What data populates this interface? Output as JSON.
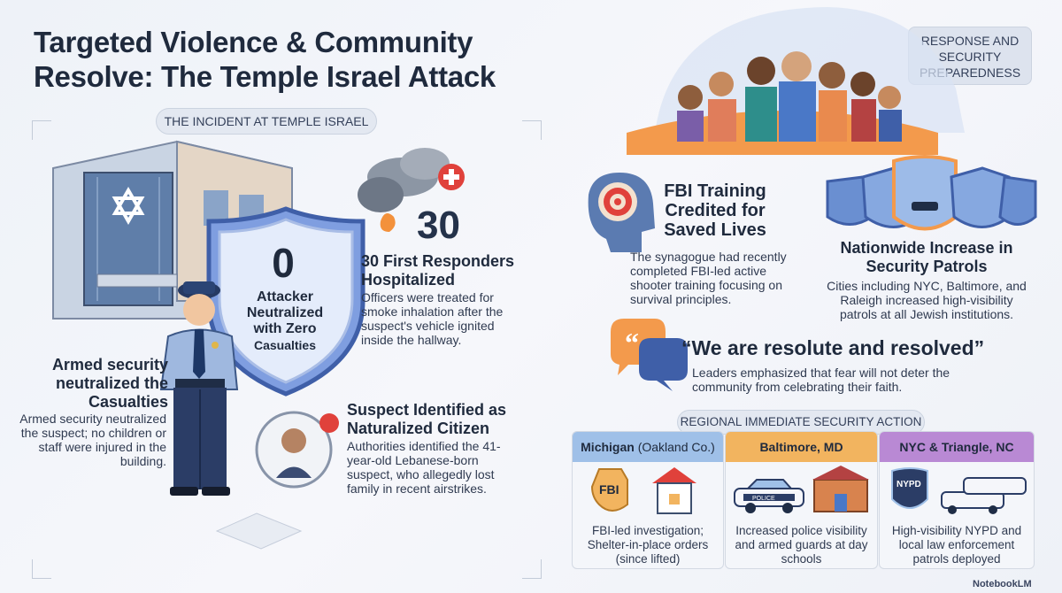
{
  "title": "Targeted Violence & Community Resolve: The Temple Israel Attack",
  "sections": {
    "incident_label": "THE INCIDENT AT TEMPLE ISRAEL",
    "response_label": "RESPONSE AND SECURITY PREPAREDNESS",
    "regional_label": "REGIONAL IMMEDIATE SECURITY ACTION"
  },
  "incident": {
    "shield_number": "0",
    "shield_text": "Attacker Neutralized with Zero",
    "shield_subtext": "Casualties",
    "responders_number": "30",
    "responders_title": "30 First Responders Hospitalized",
    "responders_desc": "Officers were treated for smoke inhalation after the suspect's vehicle ignited inside the hallway.",
    "armed_title": "Armed security neutralized the Casualties",
    "armed_desc": "Armed security neutralized the suspect; no children or staff were injured in the building.",
    "suspect_title": "Suspect Identified as Naturalized Citizen",
    "suspect_desc": "Authorities identified the 41-year-old Lebanese-born suspect, who allegedly lost family in recent airstrikes."
  },
  "response": {
    "fbi_title": "FBI Training Credited for Saved Lives",
    "fbi_desc": "The synagogue had recently completed FBI-led active shooter training focusing on survival principles.",
    "patrol_title": "Nationwide Increase in Security Patrols",
    "patrol_desc": "Cities including NYC, Baltimore, and Raleigh increased high-visibility patrols at all Jewish institutions.",
    "quote_title": "“We are resolute and resolved”",
    "quote_desc": "Leaders emphasized that fear will not deter the community from celebrating their faith."
  },
  "regions": [
    {
      "name_bold": "Michigan",
      "name_rest": " (Oakland Co.)",
      "desc": "FBI-led investigation; Shelter-in-place orders (since lifted)"
    },
    {
      "name_bold": "Baltimore, MD",
      "name_rest": "",
      "desc": "Increased police visibility and armed guards at day schools"
    },
    {
      "name_bold": "NYC & Triangle, NC",
      "name_rest": "",
      "desc": "High-visibility NYPD and local law enforcement patrols deployed"
    }
  ],
  "badges": {
    "fbi": "FBI",
    "police": "POLICE",
    "nypd": "NYPD"
  },
  "credit": "NotebookLM",
  "colors": {
    "michigan": "#9fc0e8",
    "baltimore": "#f2b45f",
    "nyc": "#b989d4",
    "shield": "#6d8fd6",
    "accent_red": "#e0413b"
  }
}
